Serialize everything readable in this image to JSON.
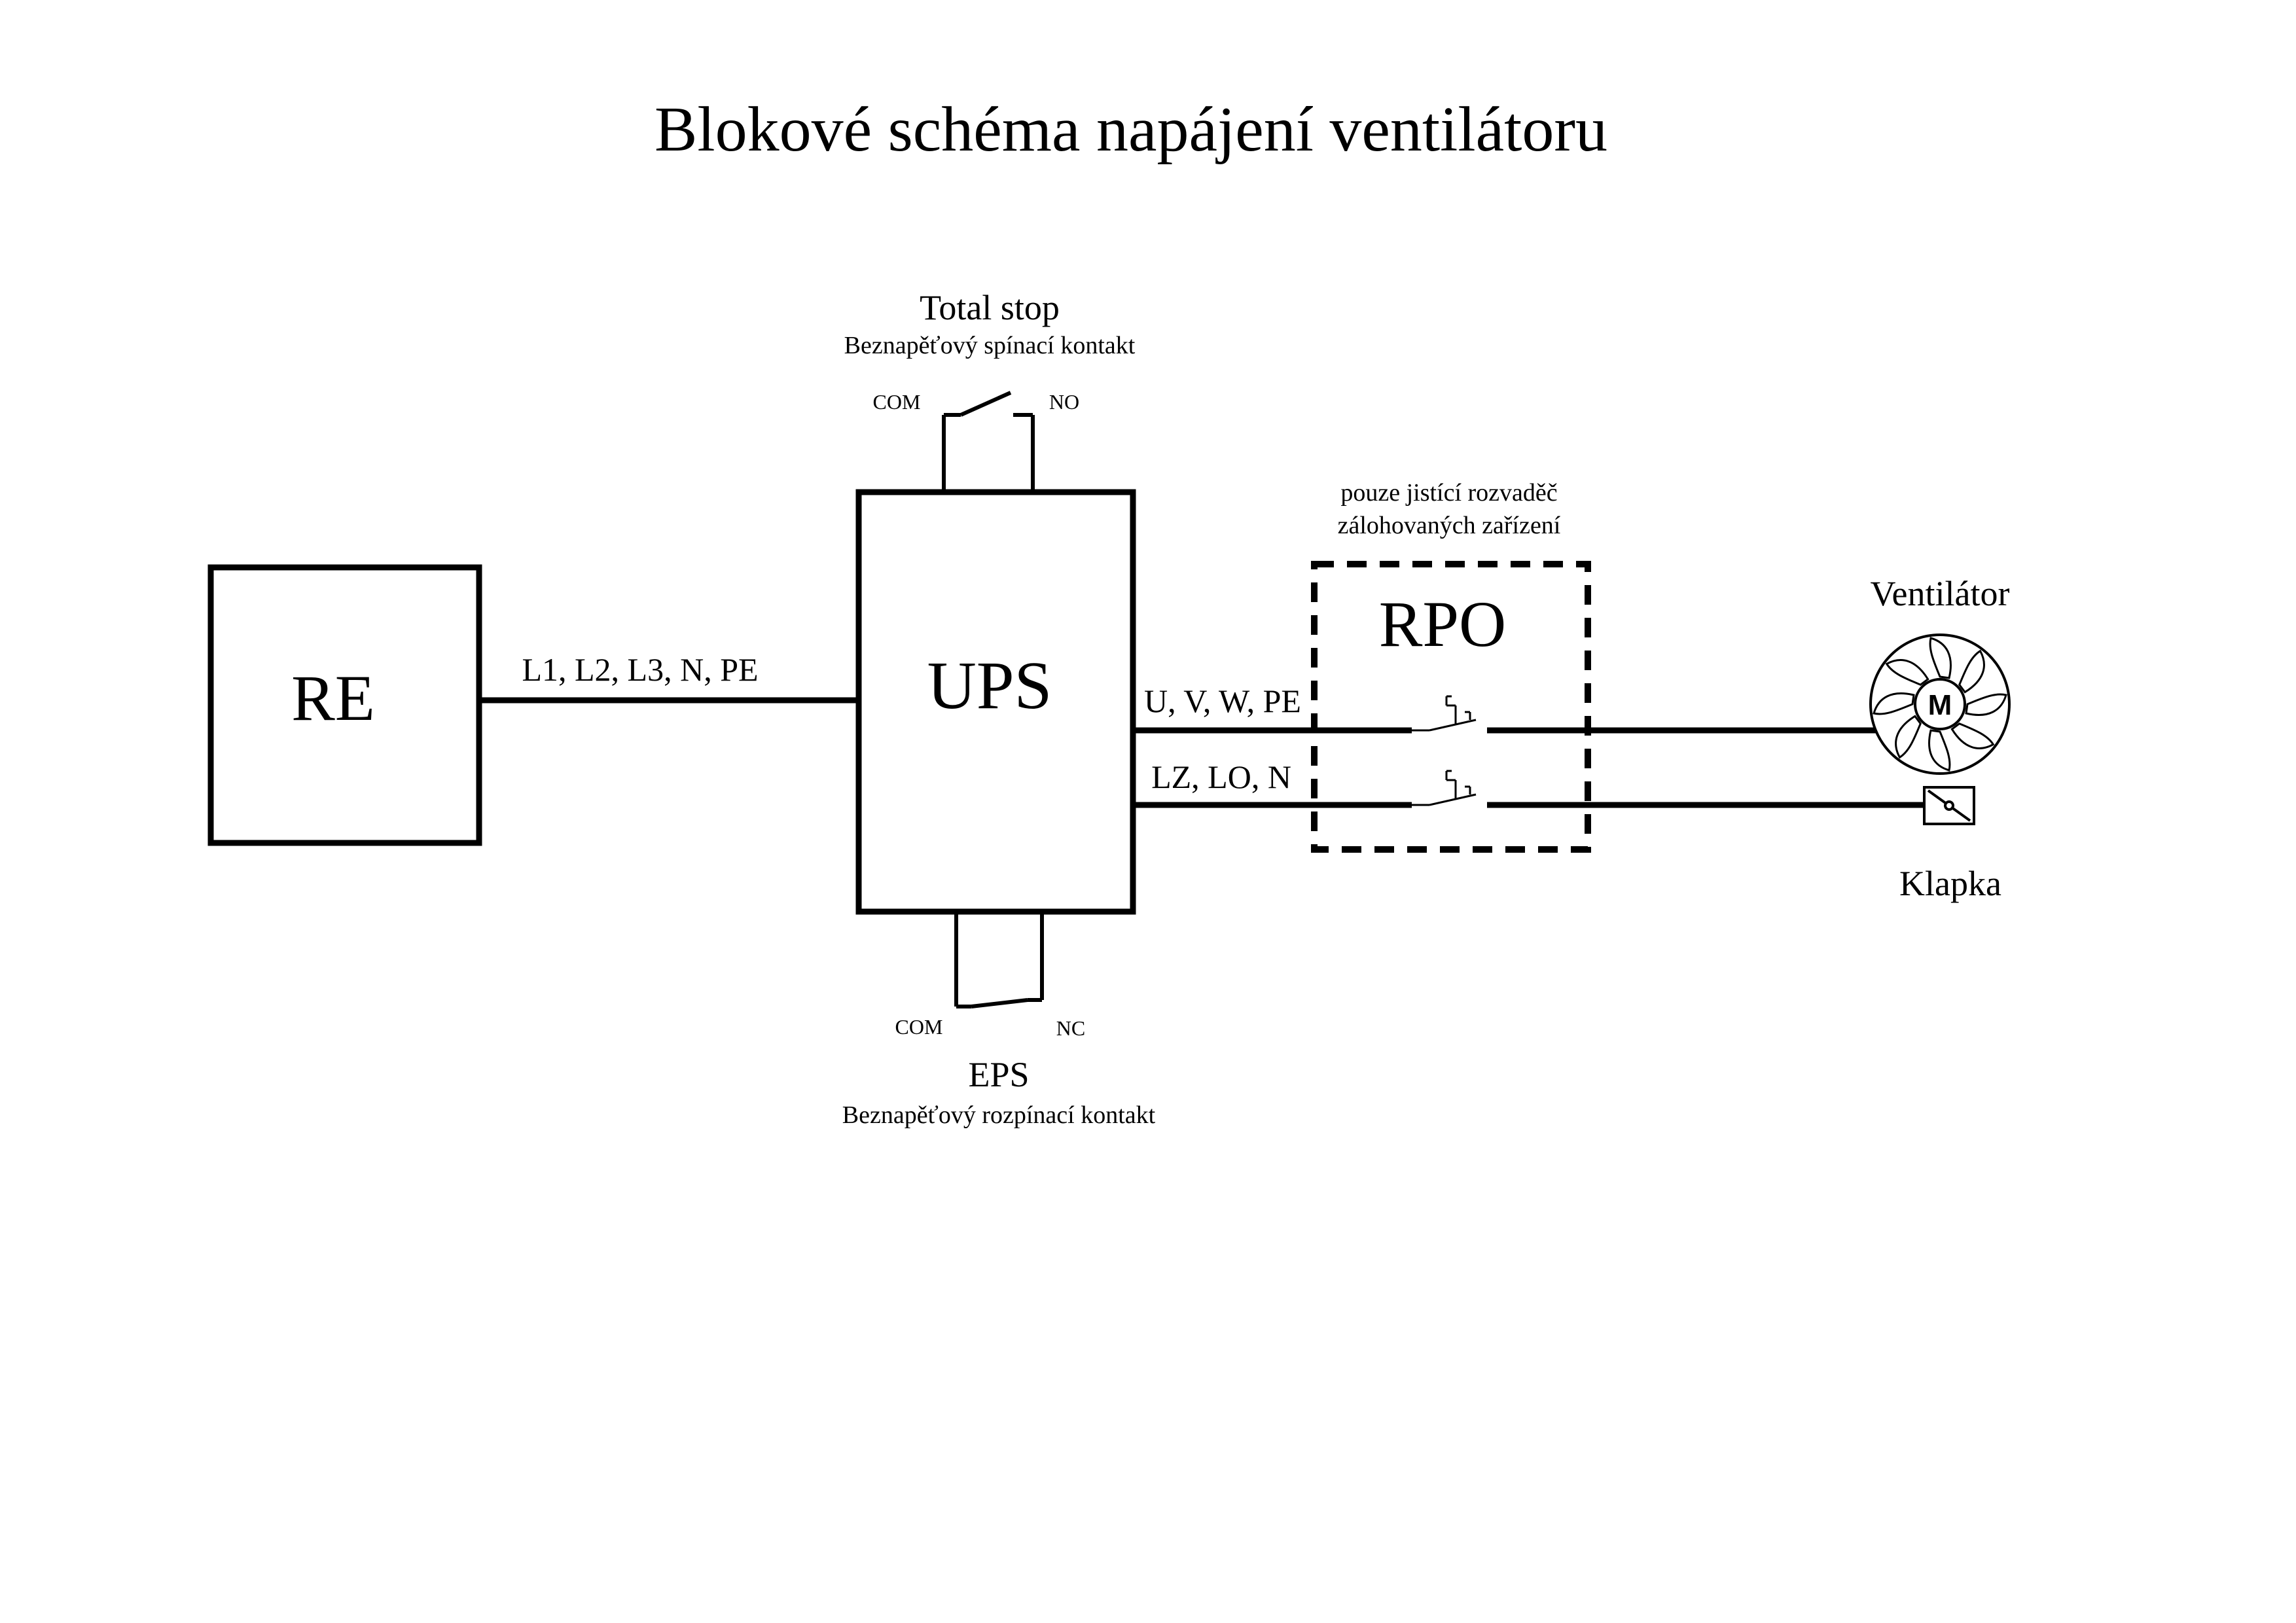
{
  "title": "Blokové schéma napájení ventilátoru",
  "blocks": {
    "re": "RE",
    "ups": "UPS",
    "rpo": "RPO"
  },
  "rpo_note": {
    "line1": "pouze jistící rozvaděč",
    "line2": "zálohovaných zařízení"
  },
  "connections": {
    "re_ups": "L1, L2, L3, N, PE",
    "ups_power": "U, V, W, PE",
    "ups_control": "LZ, LO, N"
  },
  "total_stop": {
    "title": "Total stop",
    "subtitle": "Beznapěťový spínací kontakt",
    "com": "COM",
    "no": "NO"
  },
  "eps": {
    "title": "EPS",
    "subtitle": "Beznapěťový rozpínací kontakt",
    "com": "COM",
    "nc": "NC"
  },
  "devices": {
    "fan_label": "Ventilátor",
    "motor_symbol": "M",
    "damper_label": "Klapka"
  }
}
